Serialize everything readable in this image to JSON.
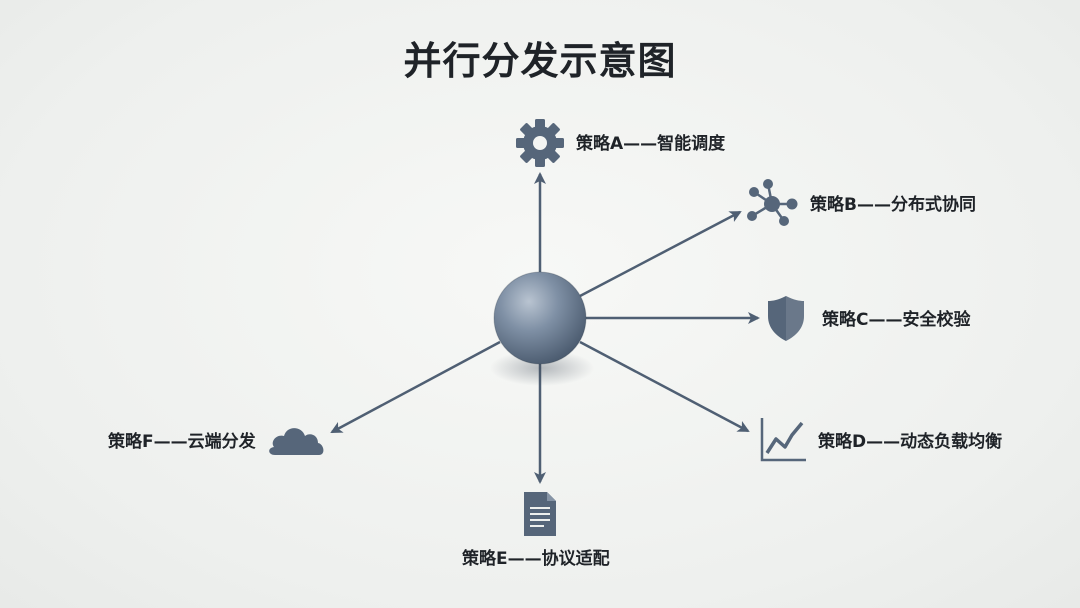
{
  "title": "并行分发示意图",
  "colors": {
    "line": "#4f5f73",
    "icon": "#56667a",
    "hub": "#7a8ba0",
    "text": "#1f2328"
  },
  "center": {
    "icon": "sphere-hub"
  },
  "branches": [
    {
      "id": "a",
      "label": "策略A——智能调度",
      "icon": "gear-icon"
    },
    {
      "id": "b",
      "label": "策略B——分布式协同",
      "icon": "network-icon"
    },
    {
      "id": "c",
      "label": "策略C——安全校验",
      "icon": "shield-icon"
    },
    {
      "id": "d",
      "label": "策略D——动态负载均衡",
      "icon": "trend-chart-icon"
    },
    {
      "id": "e",
      "label": "策略E——协议适配",
      "icon": "document-icon"
    },
    {
      "id": "f",
      "label": "策略F——云端分发",
      "icon": "cloud-icon"
    }
  ]
}
